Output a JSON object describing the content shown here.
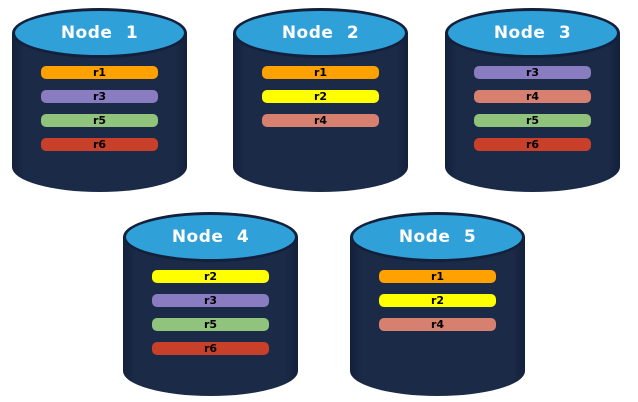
{
  "diagram": {
    "colors": {
      "page_background": "#FFFFFF",
      "cylinder_body": "#1B2A47",
      "cylinder_top_fill": "#2FA0D8",
      "cylinder_outline": "#13203C",
      "node_title_text": "#FFFFFF",
      "replica_label_text": "#000000"
    },
    "replica_colors": {
      "r1": "#FFA200",
      "r2": "#FFFF00",
      "r3": "#8A7CC0",
      "r4": "#D8806F",
      "r5": "#90C47C",
      "r6": "#C8402A"
    },
    "nodes": [
      {
        "label": "Node 1",
        "replicas": [
          "r1",
          "r3",
          "r5",
          "r6"
        ]
      },
      {
        "label": "Node 2",
        "replicas": [
          "r1",
          "r2",
          "r4"
        ]
      },
      {
        "label": "Node 3",
        "replicas": [
          "r3",
          "r4",
          "r5",
          "r6"
        ]
      },
      {
        "label": "Node 4",
        "replicas": [
          "r2",
          "r3",
          "r5",
          "r6"
        ]
      },
      {
        "label": "Node 5",
        "replicas": [
          "r1",
          "r2",
          "r4"
        ]
      }
    ]
  }
}
